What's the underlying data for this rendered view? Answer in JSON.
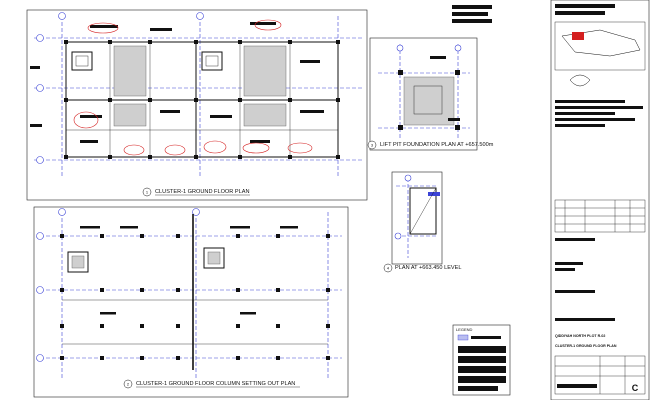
{
  "titles": {
    "plan1": "CLUSTER-1 GROUND FLOOR PLAN",
    "plan2": "CLUSTER-1 GROUND FLOOR COLUMN SETTING OUT PLAN",
    "plan3": "LIFT PIT FOUNDATION PLAN AT +657.500m",
    "plan4": "PLAN AT +663.450 LEVEL"
  },
  "title_numbers": {
    "plan1": "1",
    "plan2": "2",
    "plan3": "3",
    "plan4": "4"
  },
  "legend_label": "LEGEND",
  "title_block": {
    "project": "QIDDIYAH NORTH PLOT R-02",
    "drawing_title": "CLUSTER-1 GROUND FLOOR PLAN",
    "revision": "C"
  },
  "colors": {
    "grid": "#3b43d6",
    "markup": "#d42020",
    "shade": "#cfcfcf"
  }
}
